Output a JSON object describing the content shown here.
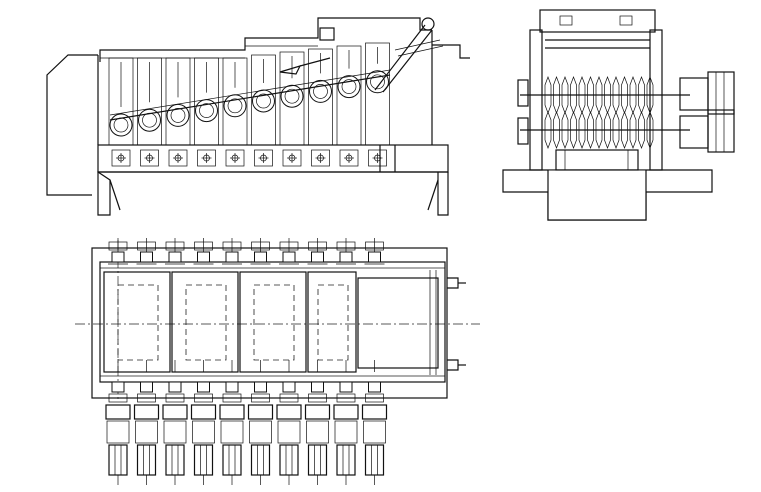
{
  "drawing": {
    "views": [
      {
        "id": "front-elevation",
        "roller_count": 10
      },
      {
        "id": "side-section",
        "disc_rows": 2,
        "motors": 2
      },
      {
        "id": "plan-view",
        "roller_count": 10,
        "motor_count": 10
      }
    ],
    "colors": {
      "line": "#111111",
      "background": "#ffffff"
    }
  }
}
